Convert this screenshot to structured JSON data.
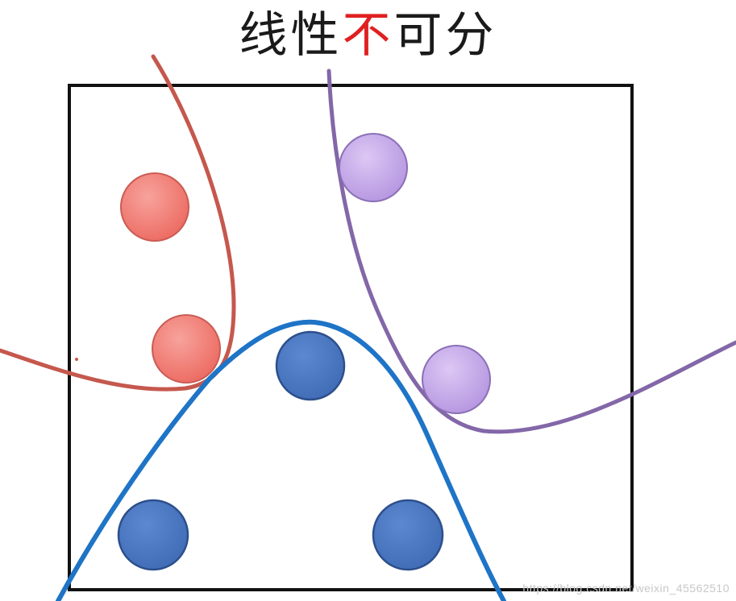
{
  "title": {
    "part1": "线性",
    "part2": "不",
    "part3": "可分"
  },
  "colors": {
    "title_text": "#1a1a1a",
    "title_accent": "#e02020",
    "red_curve": "#c5584d",
    "purple_curve": "#8367a8",
    "blue_curve": "#1e74c6",
    "red_point": "#f07b73",
    "purple_point": "#c4a6e8",
    "blue_point": "#4d79c2"
  },
  "classes": [
    {
      "name": "red",
      "count": 2
    },
    {
      "name": "purple",
      "count": 2
    },
    {
      "name": "blue",
      "count": 3
    }
  ],
  "watermark": "https://blog.csdn.net/weixin_45562510"
}
